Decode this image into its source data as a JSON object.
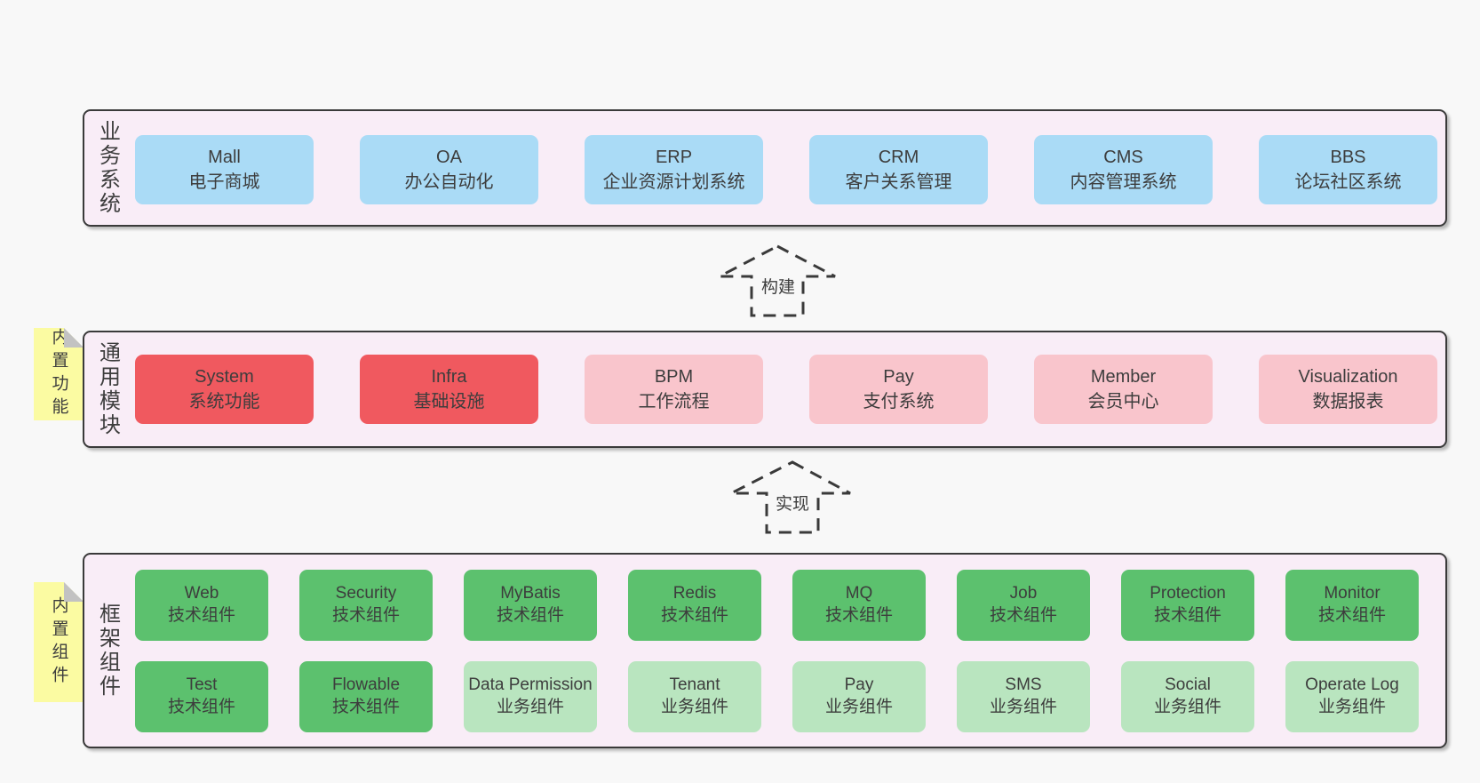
{
  "colors": {
    "page_bg": "#f8f8f8",
    "band_bg": "#f9edf7",
    "band_border": "#3a3a3a",
    "box_blue": "#aadbf6",
    "box_red": "#f0595f",
    "box_pink": "#f9c5cc",
    "box_green_dark": "#5cc16e",
    "box_green_light": "#b9e5bf",
    "note_yellow": "#fbfba2",
    "text": "#3d3d3d"
  },
  "arrows": [
    {
      "label": "构建"
    },
    {
      "label": "实现"
    }
  ],
  "bands": [
    {
      "label": "业务系统",
      "boxes": [
        {
          "name": "Mall",
          "desc": "电子商城",
          "type": "blue"
        },
        {
          "name": "OA",
          "desc": "办公自动化",
          "type": "blue"
        },
        {
          "name": "ERP",
          "desc": "企业资源计划系统",
          "type": "blue"
        },
        {
          "name": "CRM",
          "desc": "客户关系管理",
          "type": "blue"
        },
        {
          "name": "CMS",
          "desc": "内容管理系统",
          "type": "blue"
        },
        {
          "name": "BBS",
          "desc": "论坛社区系统",
          "type": "blue"
        }
      ]
    },
    {
      "label": "通用模块",
      "note": "内置功能",
      "boxes": [
        {
          "name": "System",
          "desc": "系统功能",
          "type": "red"
        },
        {
          "name": "Infra",
          "desc": "基础设施",
          "type": "red"
        },
        {
          "name": "BPM",
          "desc": "工作流程",
          "type": "pink"
        },
        {
          "name": "Pay",
          "desc": "支付系统",
          "type": "pink"
        },
        {
          "name": "Member",
          "desc": "会员中心",
          "type": "pink"
        },
        {
          "name": "Visualization",
          "desc": "数据报表",
          "type": "pink"
        }
      ]
    },
    {
      "label": "框架组件",
      "note": "内置组件",
      "rows": [
        [
          {
            "name": "Web",
            "desc": "技术组件",
            "type": "green-dark"
          },
          {
            "name": "Security",
            "desc": "技术组件",
            "type": "green-dark"
          },
          {
            "name": "MyBatis",
            "desc": "技术组件",
            "type": "green-dark"
          },
          {
            "name": "Redis",
            "desc": "技术组件",
            "type": "green-dark"
          },
          {
            "name": "MQ",
            "desc": "技术组件",
            "type": "green-dark"
          },
          {
            "name": "Job",
            "desc": "技术组件",
            "type": "green-dark"
          },
          {
            "name": "Protection",
            "desc": "技术组件",
            "type": "green-dark"
          },
          {
            "name": "Monitor",
            "desc": "技术组件",
            "type": "green-dark"
          }
        ],
        [
          {
            "name": "Test",
            "desc": "技术组件",
            "type": "green-dark"
          },
          {
            "name": "Flowable",
            "desc": "技术组件",
            "type": "green-dark"
          },
          {
            "name": "Data Permission",
            "desc": "业务组件",
            "type": "green-light"
          },
          {
            "name": "Tenant",
            "desc": "业务组件",
            "type": "green-light"
          },
          {
            "name": "Pay",
            "desc": "业务组件",
            "type": "green-light"
          },
          {
            "name": "SMS",
            "desc": "业务组件",
            "type": "green-light"
          },
          {
            "name": "Social",
            "desc": "业务组件",
            "type": "green-light"
          },
          {
            "name": "Operate Log",
            "desc": "业务组件",
            "type": "green-light"
          }
        ]
      ]
    }
  ]
}
